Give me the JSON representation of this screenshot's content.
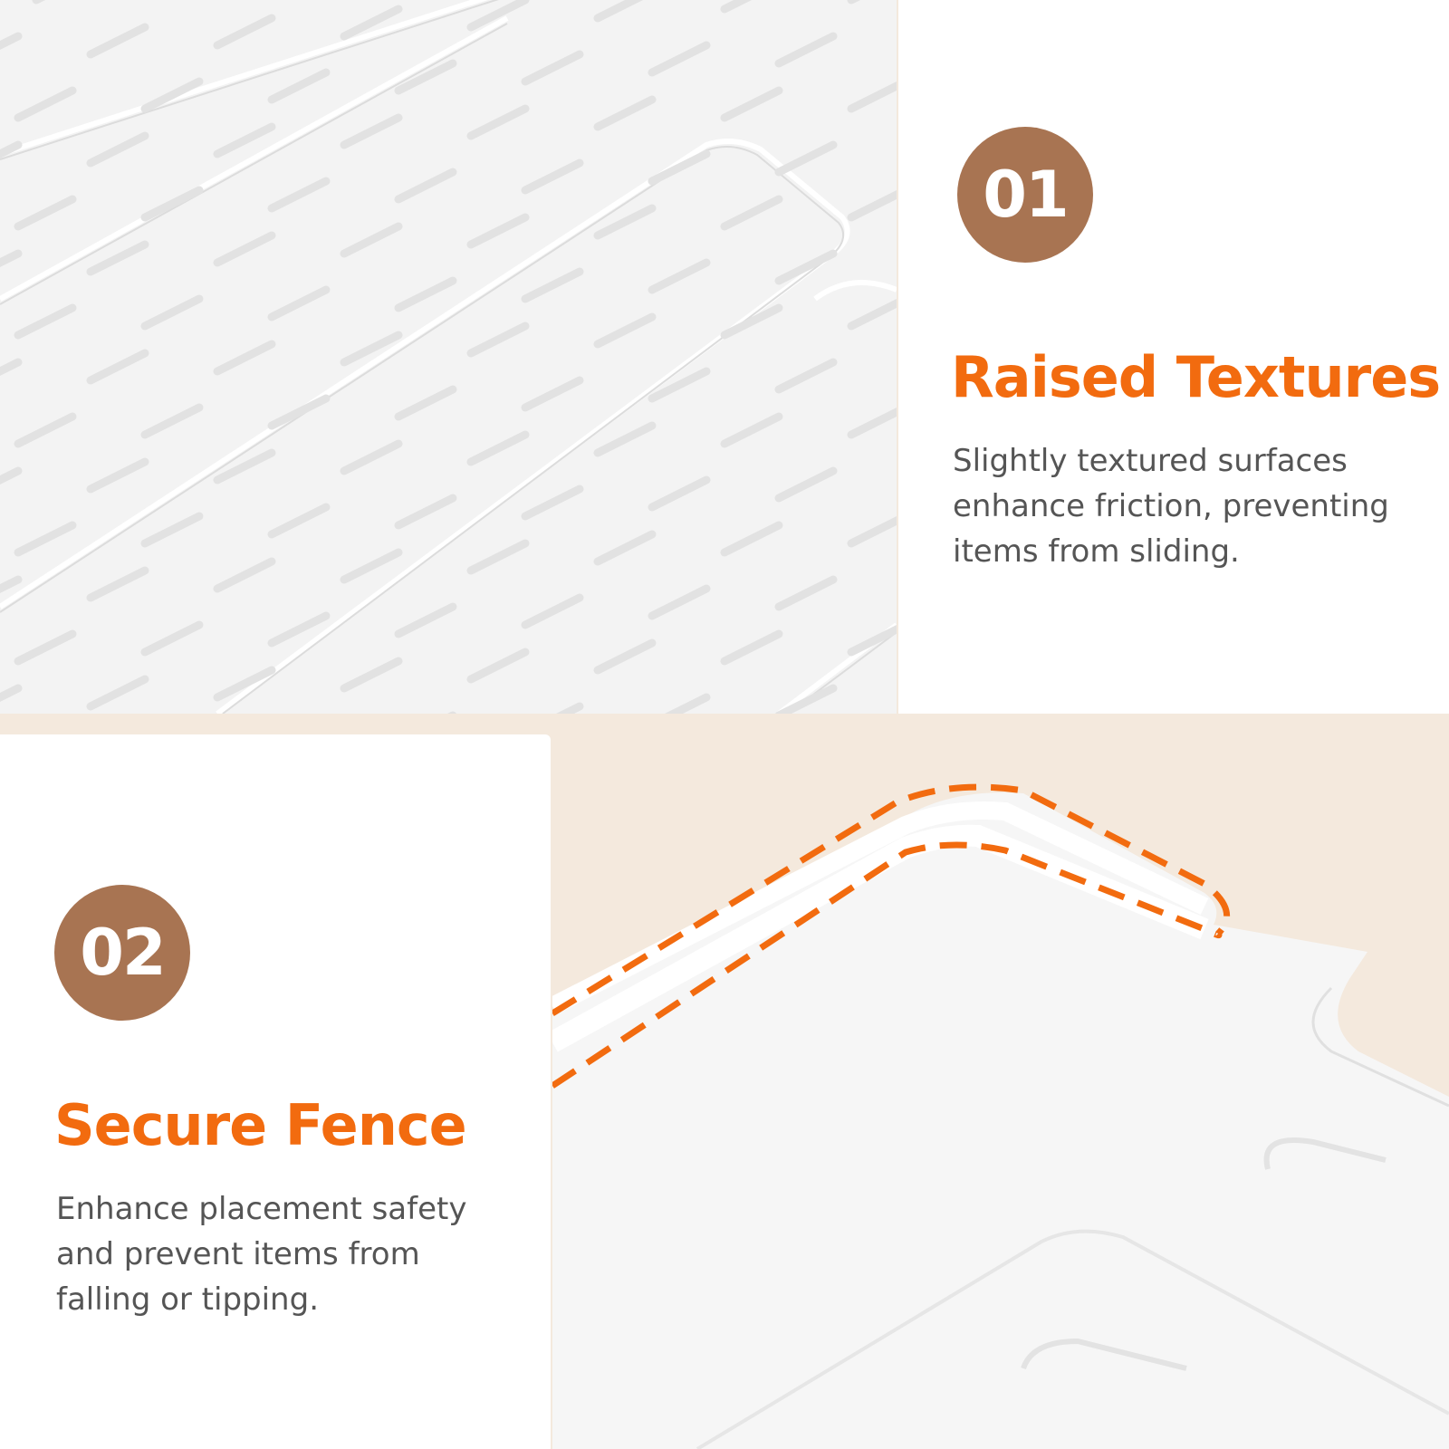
{
  "features": [
    {
      "number": "01",
      "title": "Raised Textures",
      "description": "Slightly textured surfaces enhance friction, preventing items from sliding."
    },
    {
      "number": "02",
      "title": "Secure Fence",
      "description": "Enhance placement safety and prevent items from falling or tipping."
    }
  ],
  "colors": {
    "accent": "#f26b0f",
    "badge": "#a87452",
    "background": "#f4e9dd",
    "text": "#555555"
  }
}
